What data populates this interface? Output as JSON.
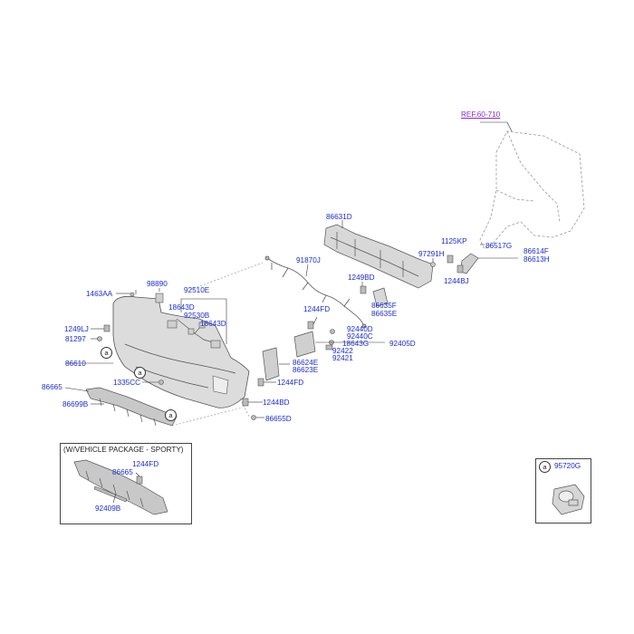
{
  "diagram": {
    "ref_label": "REF.60-710",
    "package_title": "(W/VEHICLE PACKAGE - SPORTY)",
    "callout_letter": "a",
    "inset_part": "95720G",
    "parts": {
      "p86631D": "86631D",
      "p91870J": "91870J",
      "p1125KP": "1125KP",
      "p97291H": "97291H",
      "p86517G": "86517G",
      "p86614F": "86614F",
      "p86613H": "86613H",
      "p1244BJ": "1244BJ",
      "p1249BD": "1249BD",
      "p86635F": "86635F",
      "p86635E": "86635E",
      "p98890": "98890",
      "p92510E": "92510E",
      "p1463AA": "1463AA",
      "p18643D_a": "18643D",
      "p92530B": "92530B",
      "p18643D_b": "18643D",
      "p1249LJ": "1249LJ",
      "p81297": "81297",
      "p1244FD_a": "1244FD",
      "p92440D": "92440D",
      "p92440C": "92440C",
      "p18643G": "18643G",
      "p92405D": "92405D",
      "p92422": "92422",
      "p92421": "92421",
      "p86610": "86610",
      "p86624E": "86624E",
      "p86623E": "86623E",
      "p86665_a": "86665",
      "p1335CC": "1335CC",
      "p1244FD_b": "1244FD",
      "p86699B": "86699B",
      "p1244BD": "1244BD",
      "p86655D": "86655D",
      "p1244FD_c": "1244FD",
      "p86665_b": "86665",
      "p92409B": "92409B"
    }
  }
}
